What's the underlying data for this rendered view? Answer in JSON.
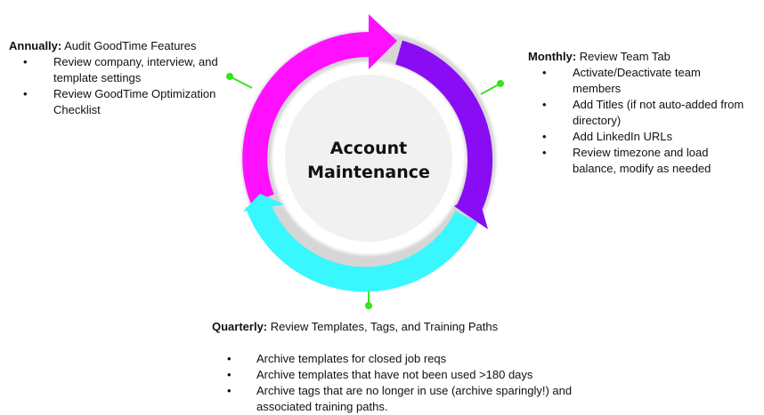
{
  "center": {
    "line1": "Account",
    "line2": "Maintenance"
  },
  "annually": {
    "label": "Annually:",
    "title": " Audit GoodTime Features",
    "items": [
      "Review company, interview, and template settings",
      "Review GoodTime Optimization Checklist"
    ]
  },
  "monthly": {
    "label": "Monthly:",
    "title": " Review Team Tab",
    "items": [
      "Activate/Deactivate team members",
      "Add Titles (if not auto-added from directory)",
      "Add LinkedIn URLs",
      "Review timezone and load balance, modify as needed"
    ]
  },
  "quarterly": {
    "label": "Quarterly:",
    "title": " Review Templates, Tags, and Training Paths",
    "items": [
      "Archive templates for closed job reqs",
      "Archive templates that have not been used >180 days",
      "Archive tags that are no longer in use (archive sparingly!) and associated training paths."
    ]
  },
  "colors": {
    "annually_arc": "#ff10ff",
    "monthly_arc": "#8a0cf5",
    "quarterly_arc": "#38f7ff",
    "connector": "#33e61a",
    "inner_circle": "#f1f1f1",
    "text": "#111111"
  }
}
